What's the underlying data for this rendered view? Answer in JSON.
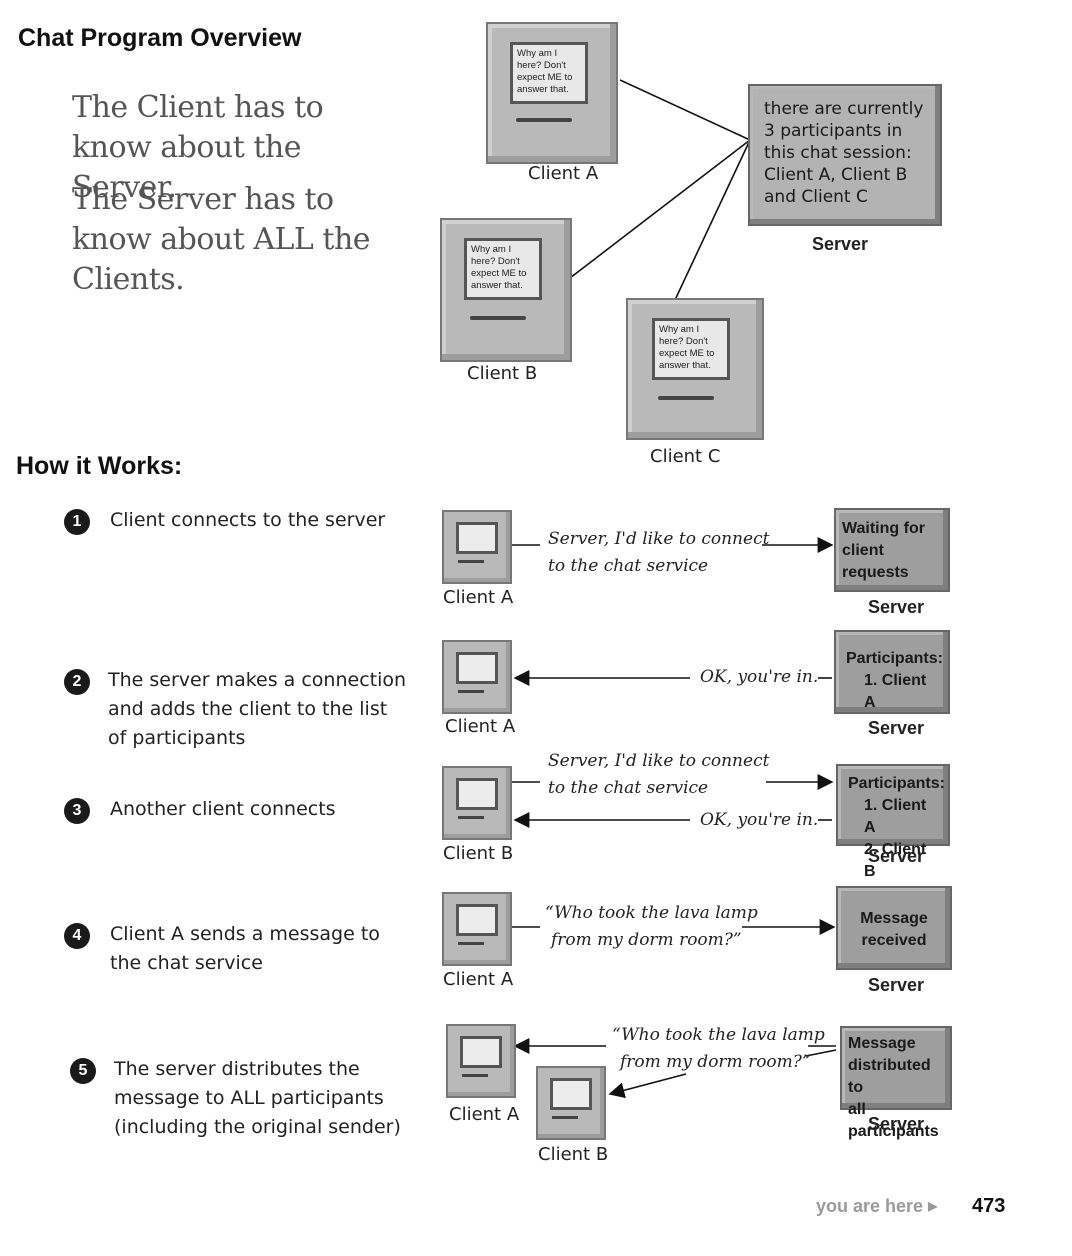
{
  "overview": {
    "title": "Chat Program Overview",
    "note1": "The Client has to know about the Server.",
    "note2": "The Server has to know about ALL the Clients.",
    "screen_text": "Why am I here?  Don't expect ME to answer that.",
    "clients": [
      "Client A",
      "Client B",
      "Client C"
    ],
    "server_text": "there are currently 3 participants in this chat session: Client A, Client B and Client C",
    "server_label": "Server"
  },
  "how": {
    "title": "How it Works:",
    "steps": [
      {
        "num": "1",
        "text": "Client connects to the server"
      },
      {
        "num": "2",
        "text": "The server makes a connection and adds the client to the list of participants"
      },
      {
        "num": "3",
        "text": "Another client connects"
      },
      {
        "num": "4",
        "text": "Client A sends a message to the chat service"
      },
      {
        "num": "5",
        "text": "The server distributes the message to ALL participants (including the original sender)"
      }
    ],
    "request_msg_1": "Server, I'd like to connect",
    "request_msg_2": "to the chat service",
    "ok_msg": "OK, you're in.",
    "chat_msg_1": "“Who took the lava lamp",
    "chat_msg_2": "from my dorm room?”",
    "srv1": [
      "Waiting for",
      "client requests"
    ],
    "srv2": [
      "Participants:",
      "1. Client A"
    ],
    "srv3": [
      "Participants:",
      "1. Client A",
      "2. Client B"
    ],
    "srv4": [
      "Message",
      "received"
    ],
    "srv5": [
      "Message",
      "distributed to",
      "all participants"
    ],
    "client_a": "Client A",
    "client_b": "Client B",
    "server_label": "Server"
  },
  "footer": {
    "you_are_here": "you are here",
    "page_number": "473"
  }
}
